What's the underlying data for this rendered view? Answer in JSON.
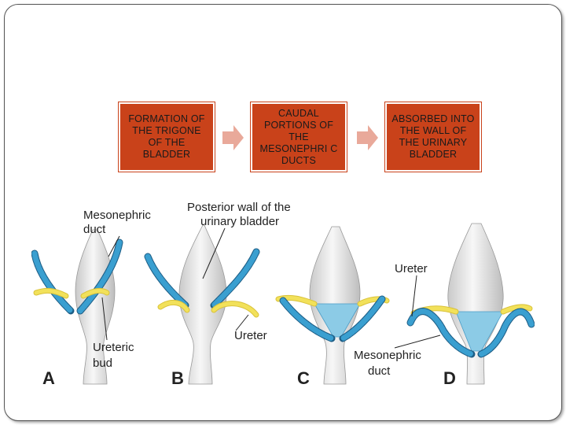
{
  "flow": {
    "steps": [
      "FORMATION OF THE TRIGONE OF THE BLADDER",
      "CAUDAL PORTIONS OF THE MESONEPHRI C DUCTS",
      "ABSORBED INTO THE WALL OF THE URINARY BLADDER"
    ],
    "box_color": "#c9421a",
    "arrow_color": "#e9a99a"
  },
  "figure": {
    "labels": {
      "mesonephric_duct_a": [
        "Mesonephric",
        "duct"
      ],
      "posterior_wall": [
        "Posterior wall of the",
        "urinary bladder"
      ],
      "ureteric_bud": [
        "Ureteric",
        "bud"
      ],
      "ureter_b": "Ureter",
      "ureter_d": "Ureter",
      "mesonephric_duct_cd": [
        "Mesonephric",
        "duct"
      ]
    },
    "panels": [
      "A",
      "B",
      "C",
      "D"
    ],
    "colors": {
      "duct": "#3a9fd0",
      "ureter": "#f2e15a",
      "trigone": "#8ccbe6",
      "bladder": "#ececec"
    }
  }
}
